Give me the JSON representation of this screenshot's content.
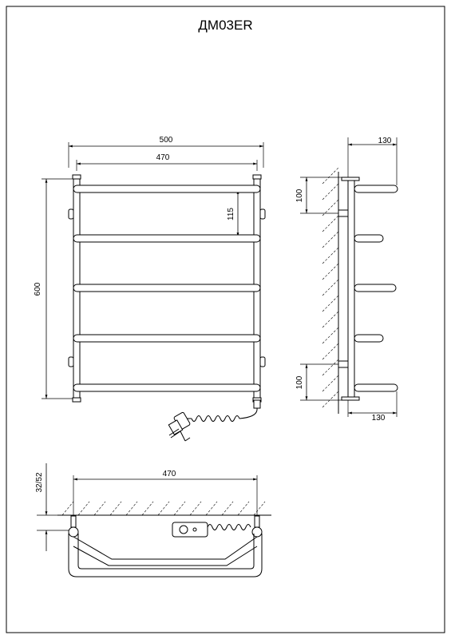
{
  "title": "ДМ03ER",
  "front_view": {
    "width_outer": "500",
    "width_inner": "470",
    "height": "600",
    "bar_spacing": "115"
  },
  "side_view": {
    "depth_top": "130",
    "depth_bottom": "130",
    "mount_top": "100",
    "mount_bottom": "100"
  },
  "top_view": {
    "width": "470",
    "wall_gap": "32/52"
  }
}
